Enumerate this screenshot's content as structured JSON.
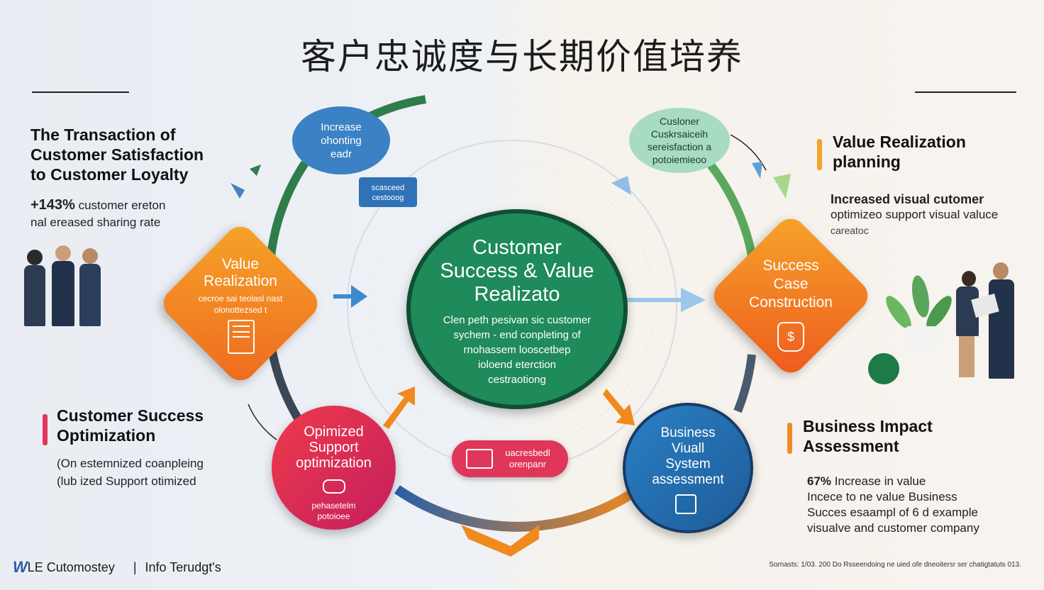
{
  "title": "客户忠诚度与长期价值培养",
  "left": {
    "block1": {
      "heading": [
        "The Transaction of",
        "Customer Satisfaction",
        "to Customer Loyalty"
      ],
      "stat": "+143%",
      "stat_text": "customer ereton",
      "stat_text2": "nal ereased sharing rate"
    },
    "block2": {
      "heading": [
        "Customer Success",
        "Optimization"
      ],
      "lines": [
        "(On estemnized coanpleing",
        "(lub ized Support otimized"
      ],
      "accent_color": "#e0365a"
    }
  },
  "right": {
    "block1": {
      "heading": [
        "Value Realization",
        "planning"
      ],
      "lines": [
        "Increased visual cutomer",
        "optimizeo support visual valuce",
        "careatoc"
      ],
      "accent_color": "#f2a32a"
    },
    "block2": {
      "heading": [
        "Business Impact",
        "Assessment"
      ],
      "stat": "67%",
      "stat_text": "Increase in value",
      "lines": [
        "Incece to ne value Business",
        "Succes esaampl of 6 d example",
        "visualve and customer company"
      ],
      "accent_color": "#f08a2a"
    }
  },
  "center": {
    "title": [
      "Customer",
      "Success & Value",
      "Realizato"
    ],
    "body": [
      "Clen peth pesivan sic customer",
      "sychem - end conpleting of",
      "rnohassem looscetbep",
      "ioloend eterction",
      "cestraotiong"
    ],
    "color": "#1f8a5a"
  },
  "nodes": {
    "value_realization": {
      "title": [
        "Value",
        "Realization"
      ],
      "sub": [
        "cecroe sai teolasl nast",
        "olonottezsed t"
      ],
      "color": "#f08a1e"
    },
    "success_case": {
      "title": [
        "Success",
        "Case",
        "Construction"
      ],
      "color": "#f27a1e"
    },
    "optimized_support": {
      "title": [
        "Opimized",
        "Support",
        "optimization"
      ],
      "sub": [
        "pehasetelm",
        "potoioee"
      ],
      "color": "#e0365a"
    },
    "business_visual": {
      "title": [
        "Business",
        "Viuall",
        "System",
        "assessment"
      ],
      "color": "#1f6fb0"
    }
  },
  "bubbles": {
    "top_left": {
      "text": [
        "Increase",
        "ohonting",
        "eadr"
      ],
      "color": "#3b82c4"
    },
    "top_left_small": {
      "text": [
        "scasceed",
        "cestooog"
      ]
    },
    "top_right": {
      "text": [
        "Cusloner",
        "Cuskrsaiceih",
        "sereisfaction a",
        "potoiemieoo"
      ],
      "color": "#a7dcc0"
    },
    "bottom_pill": {
      "text": [
        "uacresbedl",
        "orenpanr"
      ],
      "color": "#e0365a"
    }
  },
  "footer": {
    "brand": "LE Cutomostey",
    "separator": "|",
    "info": "Info Terudgt's",
    "source": "Sornasts: 1/03. 200 Do Rsseendoing ne uied ofe dneoitersr ser chatigtatuts 013."
  }
}
